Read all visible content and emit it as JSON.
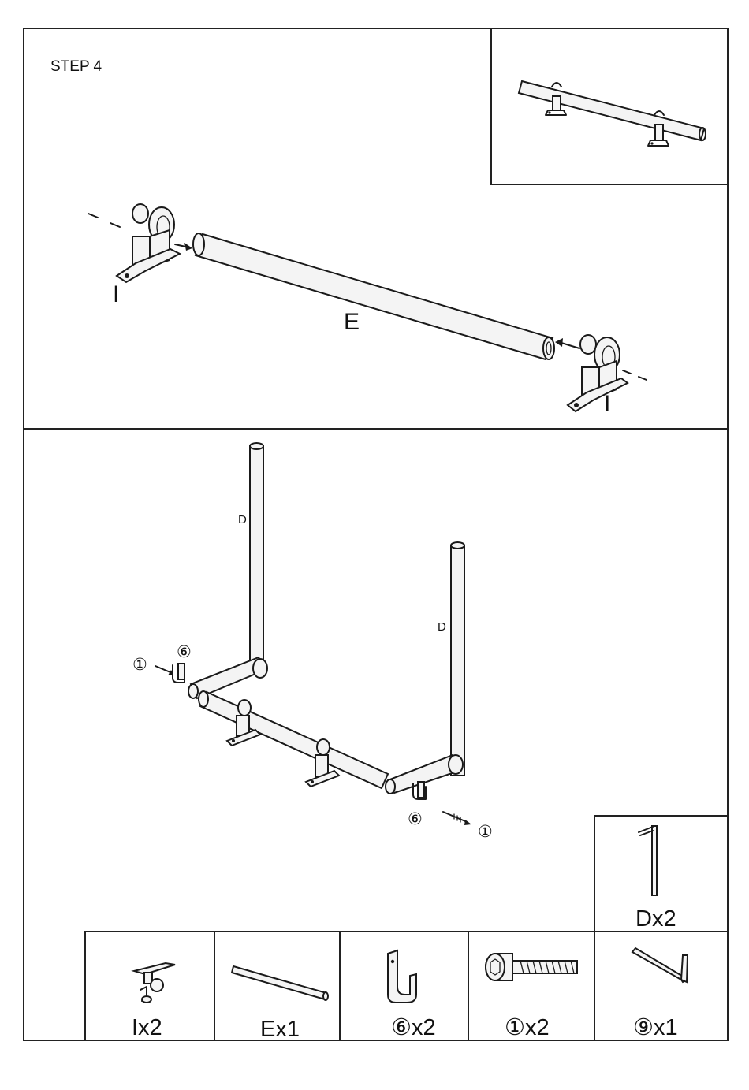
{
  "step_label": "STEP 4",
  "top_panel": {
    "part_label_rail": "E",
    "part_label_bracket_left": "I",
    "part_label_bracket_right": "I"
  },
  "assembly_panel": {
    "upright_label_left": "D",
    "upright_label_right": "D",
    "callout_screw_left": "①",
    "callout_hook_left": "⑥",
    "callout_hook_right": "⑥",
    "callout_screw_right": "①"
  },
  "parts_list": [
    {
      "icon": "bracket-icon",
      "label": "Ix2"
    },
    {
      "icon": "rail-tube-icon",
      "label": "Ex1"
    },
    {
      "icon": "hook-icon",
      "label": "⑥x2"
    },
    {
      "icon": "bolt-icon",
      "label": "①x2"
    },
    {
      "icon": "hex-key-icon",
      "label": "⑨x1"
    }
  ],
  "upright_part": {
    "icon": "upright-pole-icon",
    "label": "Dx2"
  }
}
